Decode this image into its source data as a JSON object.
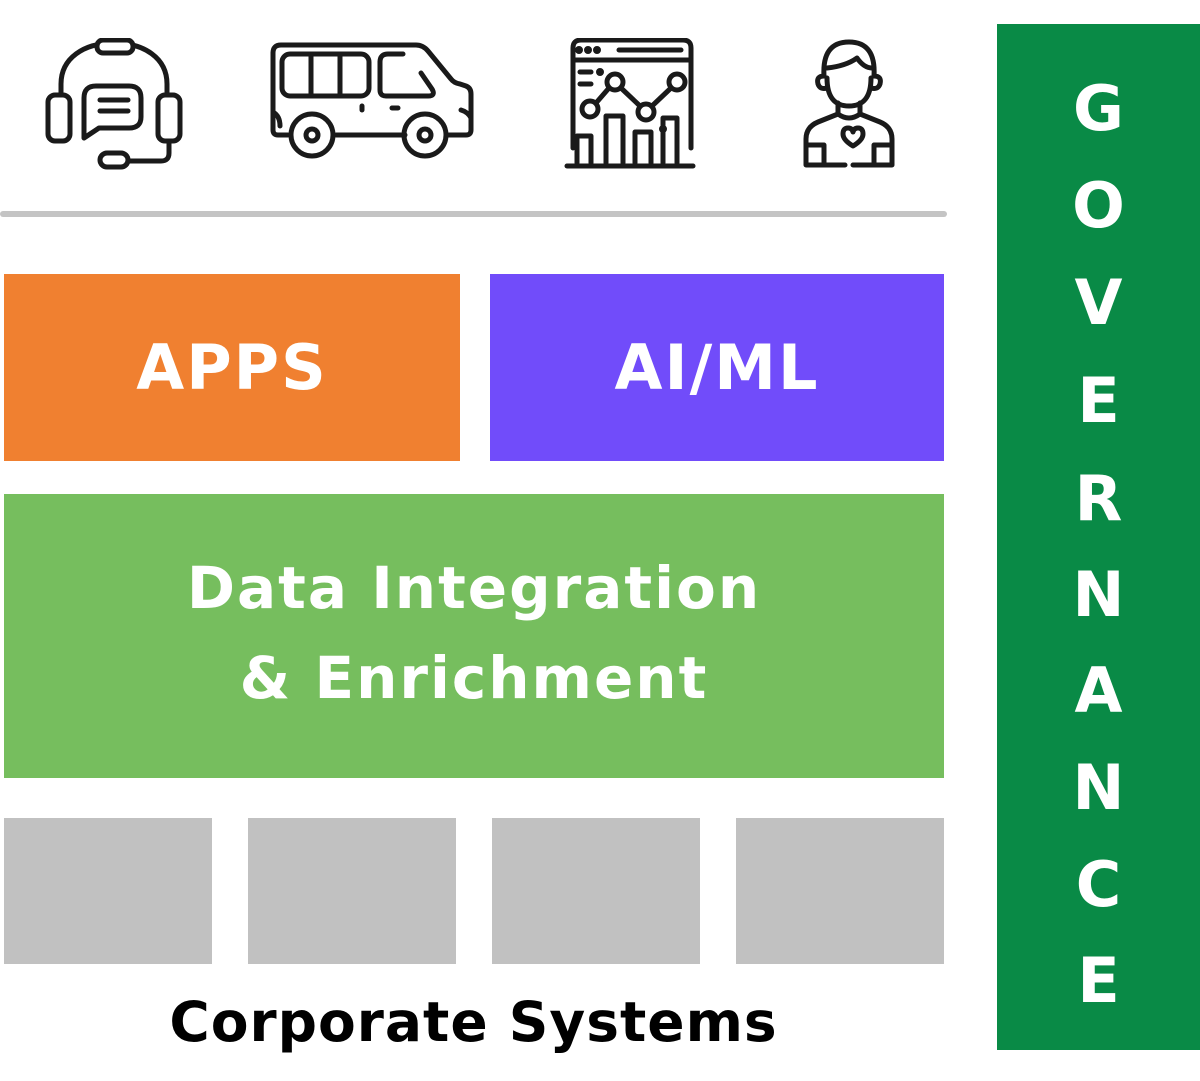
{
  "icons": [
    {
      "name": "customer-support-headset-icon"
    },
    {
      "name": "van-icon"
    },
    {
      "name": "analytics-dashboard-icon"
    },
    {
      "name": "person-heart-icon"
    }
  ],
  "layers": {
    "apps": {
      "label": "APPS",
      "color": "#f08030"
    },
    "ai_ml": {
      "label": "AI/ML",
      "color": "#714cfa"
    },
    "integration": {
      "line1": "Data Integration",
      "line2": "& Enrichment",
      "color": "#76be5e"
    },
    "corporate_systems": {
      "label": "Corporate Systems",
      "block_color": "#c1c1c1",
      "block_count": 4
    }
  },
  "governance": {
    "label": "GOVERNANCE",
    "letters": [
      "G",
      "O",
      "V",
      "E",
      "R",
      "N",
      "A",
      "N",
      "C",
      "E"
    ],
    "color": "#098a46"
  },
  "divider_color": "#c4c4c4"
}
